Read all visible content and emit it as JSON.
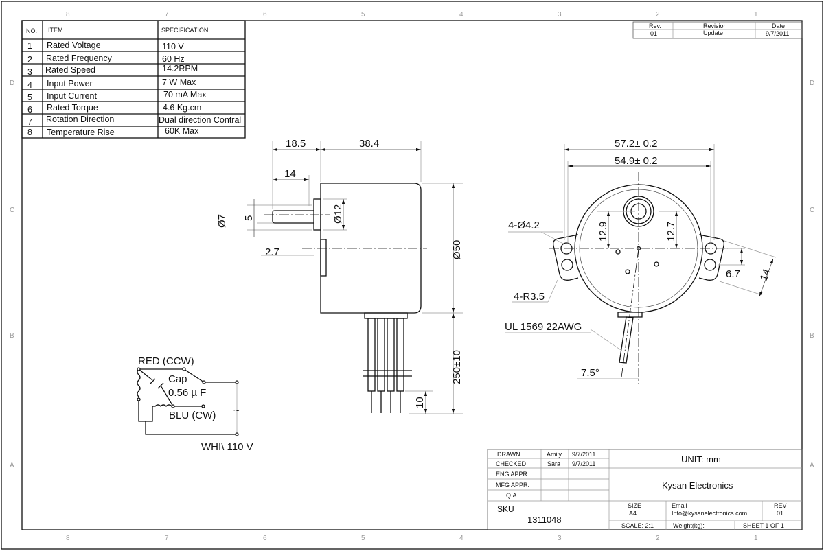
{
  "zones": {
    "columns": [
      "8",
      "7",
      "6",
      "5",
      "4",
      "3",
      "2",
      "1"
    ],
    "rows": [
      "D",
      "C",
      "B",
      "A"
    ]
  },
  "spec_table": {
    "headers": {
      "no": "NO.",
      "item": "ITEM",
      "spec": "SPECIFICATION"
    },
    "rows": [
      {
        "no": "1",
        "item": "Rated Voltage",
        "spec": "110 V"
      },
      {
        "no": "2",
        "item": "Rated Frequency",
        "spec": "60 Hz"
      },
      {
        "no": "3",
        "item": "Rated Speed",
        "spec": "14.2RPM"
      },
      {
        "no": "4",
        "item": "Input Power",
        "spec": "7 W  Max"
      },
      {
        "no": "5",
        "item": "Input Current",
        "spec": "70 mA  Max"
      },
      {
        "no": "6",
        "item": "Rated Torque",
        "spec": "4.6 Kg.cm"
      },
      {
        "no": "7",
        "item": "Rotation Direction",
        "spec": "Dual direction Contral"
      },
      {
        "no": "8",
        "item": "Temperature Rise",
        "spec": "60K  Max"
      }
    ]
  },
  "revision_table": {
    "headers": {
      "rev": "Rev.",
      "revision": "Revision",
      "date": "Date"
    },
    "row": {
      "rev": "01",
      "revision": "Update",
      "date": "9/7/2011"
    }
  },
  "side_view": {
    "dims": {
      "overall_shaft": "18.5",
      "body_depth": "38.4",
      "shaft_len": "14",
      "shaft_dia": "Ø7",
      "shaft_flat": "5",
      "boss_dia": "Ø12",
      "plate": "2.7",
      "body_dia": "Ø50",
      "lead_len": "250±10",
      "strip_len": "10"
    }
  },
  "front_view": {
    "dims": {
      "ear_span": "57.2± 0.2",
      "hole_span": "54.9± 0.2",
      "offset_left": "12.9",
      "offset_right": "12.7",
      "hole_pitch": "6.7",
      "ear_width": "14"
    },
    "callouts": {
      "holes": "4-Ø4.2",
      "radius": "4-R3.5",
      "wire": "UL 1569 22AWG",
      "angle": "7.5°"
    }
  },
  "schematic": {
    "red": "RED (CCW)",
    "cap": "Cap",
    "cap_value": "0.56 µ F",
    "blu": "BLU (CW)",
    "ac": "~",
    "whi": "WHI\\ 110 V"
  },
  "title_block": {
    "drawn_label": "DRAWN",
    "drawn_by": "Amily",
    "drawn_date": "9/7/2011",
    "checked_label": "CHECKED",
    "checked_by": "Sara",
    "checked_date": "9/7/2011",
    "eng_label": "ENG APPR.",
    "mfg_label": "MFG APPR.",
    "qa_label": "Q.A.",
    "sku_label": "SKU",
    "sku": "1311048",
    "unit": "UNIT: mm",
    "company": "Kysan Electronics",
    "size_label": "SIZE",
    "size": "A4",
    "email_label": "Email",
    "email": "Info@kysanelectronics.com",
    "rev_label": "REV",
    "rev": "01",
    "scale": "SCALE: 2:1",
    "weight": "Weight(kg):",
    "sheet": "SHEET 1 OF 1"
  }
}
